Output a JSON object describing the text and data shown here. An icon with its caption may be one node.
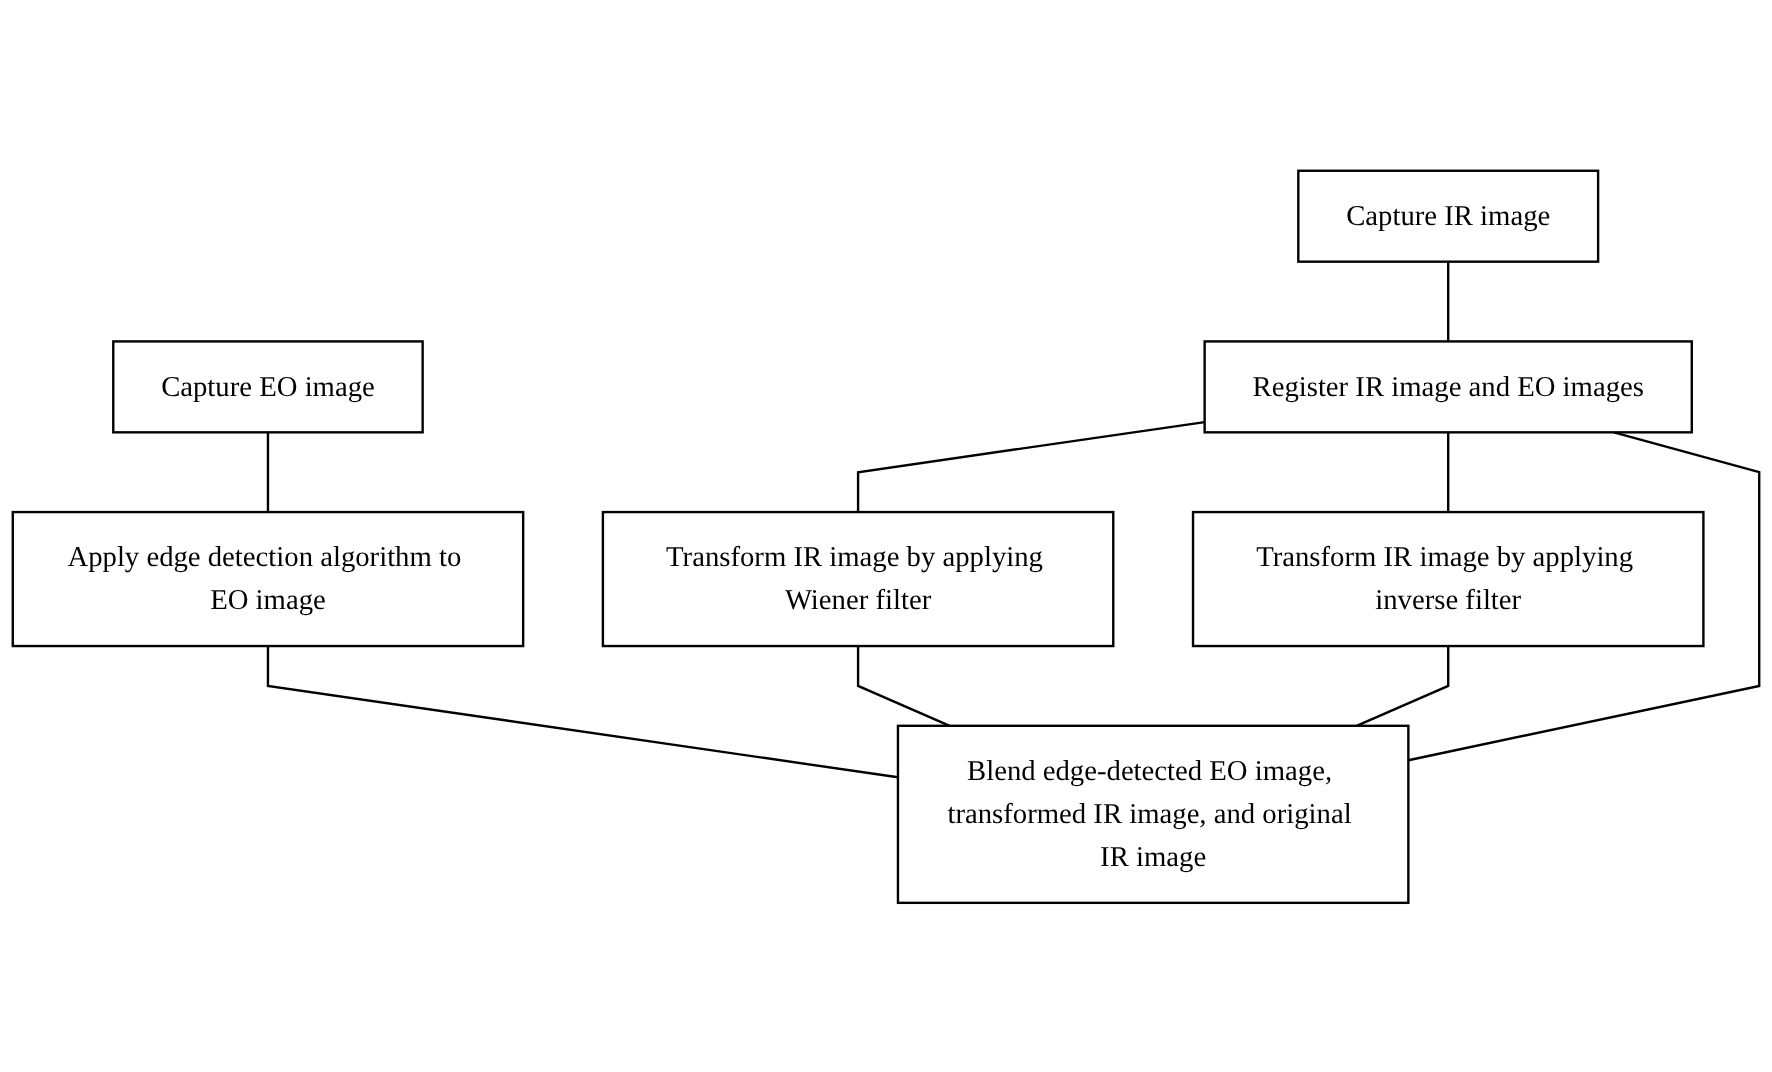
{
  "diagram": {
    "nodes": [
      {
        "text": [
          "Capture EO image"
        ]
      },
      {
        "text": [
          "Capture IR image"
        ]
      },
      {
        "text": [
          "Apply edge detection algorithm to EO image"
        ]
      },
      {
        "text": [
          "Register IR image and EO images"
        ]
      },
      {
        "text": [
          "Transform IR image by applying Wiener filter"
        ]
      },
      {
        "text": [
          "Transform IR image by applying inverse filter"
        ]
      },
      {
        "text": [
          "Blend edge-detected EO image, transformed IR image, and original IR image"
        ]
      }
    ],
    "edges": [
      {
        "from": 0,
        "to": 2,
        "arrow": "none"
      },
      {
        "from": 1,
        "to": 3,
        "arrow": "none"
      },
      {
        "from": 3,
        "to": 4,
        "arrow": "none"
      },
      {
        "from": 3,
        "to": 5,
        "arrow": "none"
      },
      {
        "from": 2,
        "to": 6,
        "arrow": "none"
      },
      {
        "from": 4,
        "to": 6,
        "arrow": "none"
      },
      {
        "from": 5,
        "to": 6,
        "arrow": "none"
      },
      {
        "from": 3,
        "to": 6,
        "arrow": "none"
      }
    ]
  }
}
